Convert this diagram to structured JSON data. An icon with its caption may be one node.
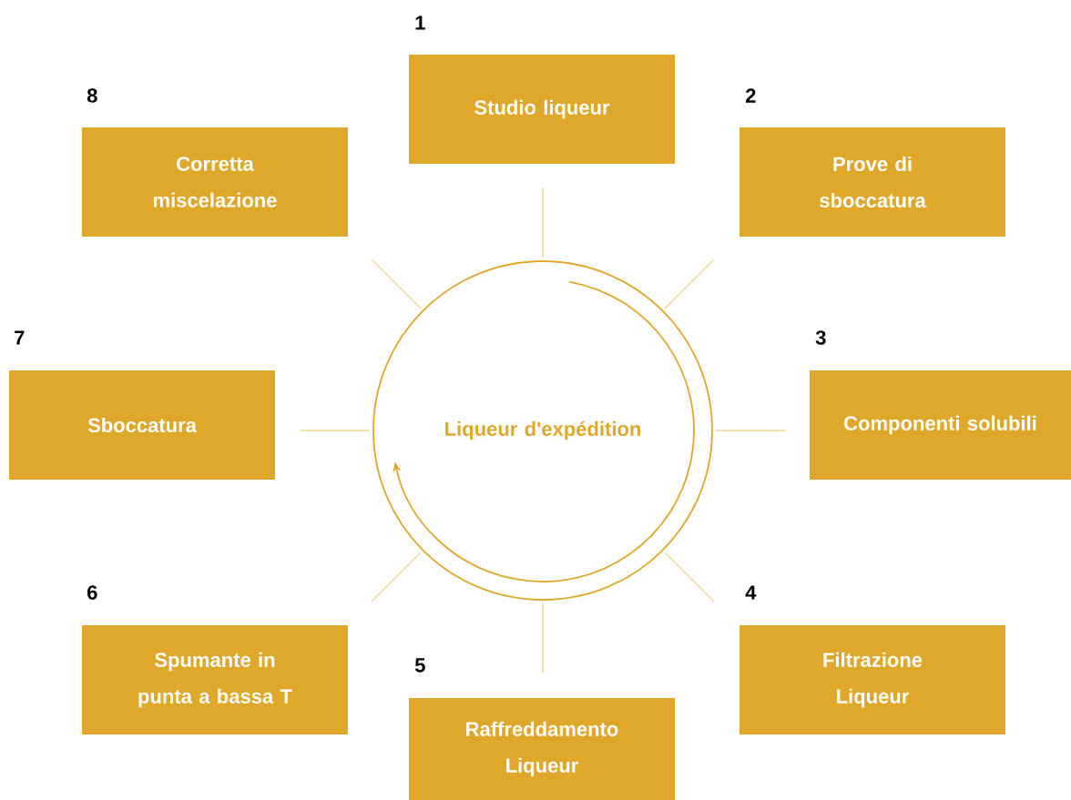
{
  "diagram": {
    "nodes": [
      {
        "text": [
          "Liqueur d'expédition"
        ]
      },
      {
        "text": [
          "Studio liqueur"
        ],
        "beside": [
          "1"
        ]
      },
      {
        "text": [
          "Prove di sboccatura"
        ],
        "beside": [
          "2"
        ]
      },
      {
        "text": [
          "Componenti solubili"
        ],
        "beside": [
          "3"
        ]
      },
      {
        "text": [
          "Filtrazione Liqueur"
        ],
        "beside": [
          "4"
        ]
      },
      {
        "text": [
          "Raffreddamento Liqueur"
        ],
        "beside": [
          "5"
        ]
      },
      {
        "text": [
          "Spumante in punta a bassa T"
        ],
        "beside": [
          "6"
        ]
      },
      {
        "text": [
          "Sboccatura"
        ],
        "beside": [
          "7"
        ]
      },
      {
        "text": [
          "Corretta miscelazione"
        ],
        "beside": [
          "8"
        ]
      }
    ]
  }
}
